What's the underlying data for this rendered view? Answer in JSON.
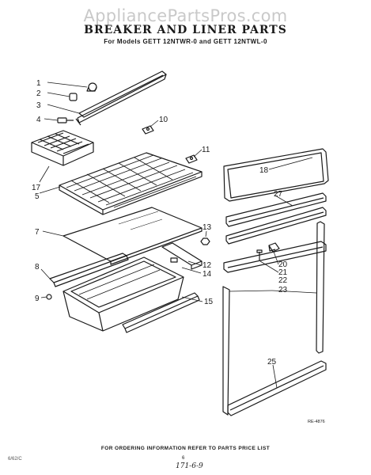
{
  "watermark": "AppliancePartsPros.com",
  "title": "BREAKER AND LINER PARTS",
  "subtitle": "For Models GETT 12NTWR-0 and GETT 12NTWL-0",
  "footer": {
    "ordering_info": "FOR ORDERING INFORMATION REFER TO PARTS PRICE LIST",
    "doc_code": "6/62/C",
    "page_number": "6",
    "handwritten": "171-6-9",
    "figure_ref": "RE-4876"
  },
  "callouts": [
    "1",
    "2",
    "3",
    "4",
    "17",
    "5",
    "7",
    "8",
    "9",
    "10",
    "11",
    "13",
    "12",
    "14",
    "15",
    "18",
    "27",
    "20",
    "21",
    "22",
    "23",
    "25"
  ]
}
